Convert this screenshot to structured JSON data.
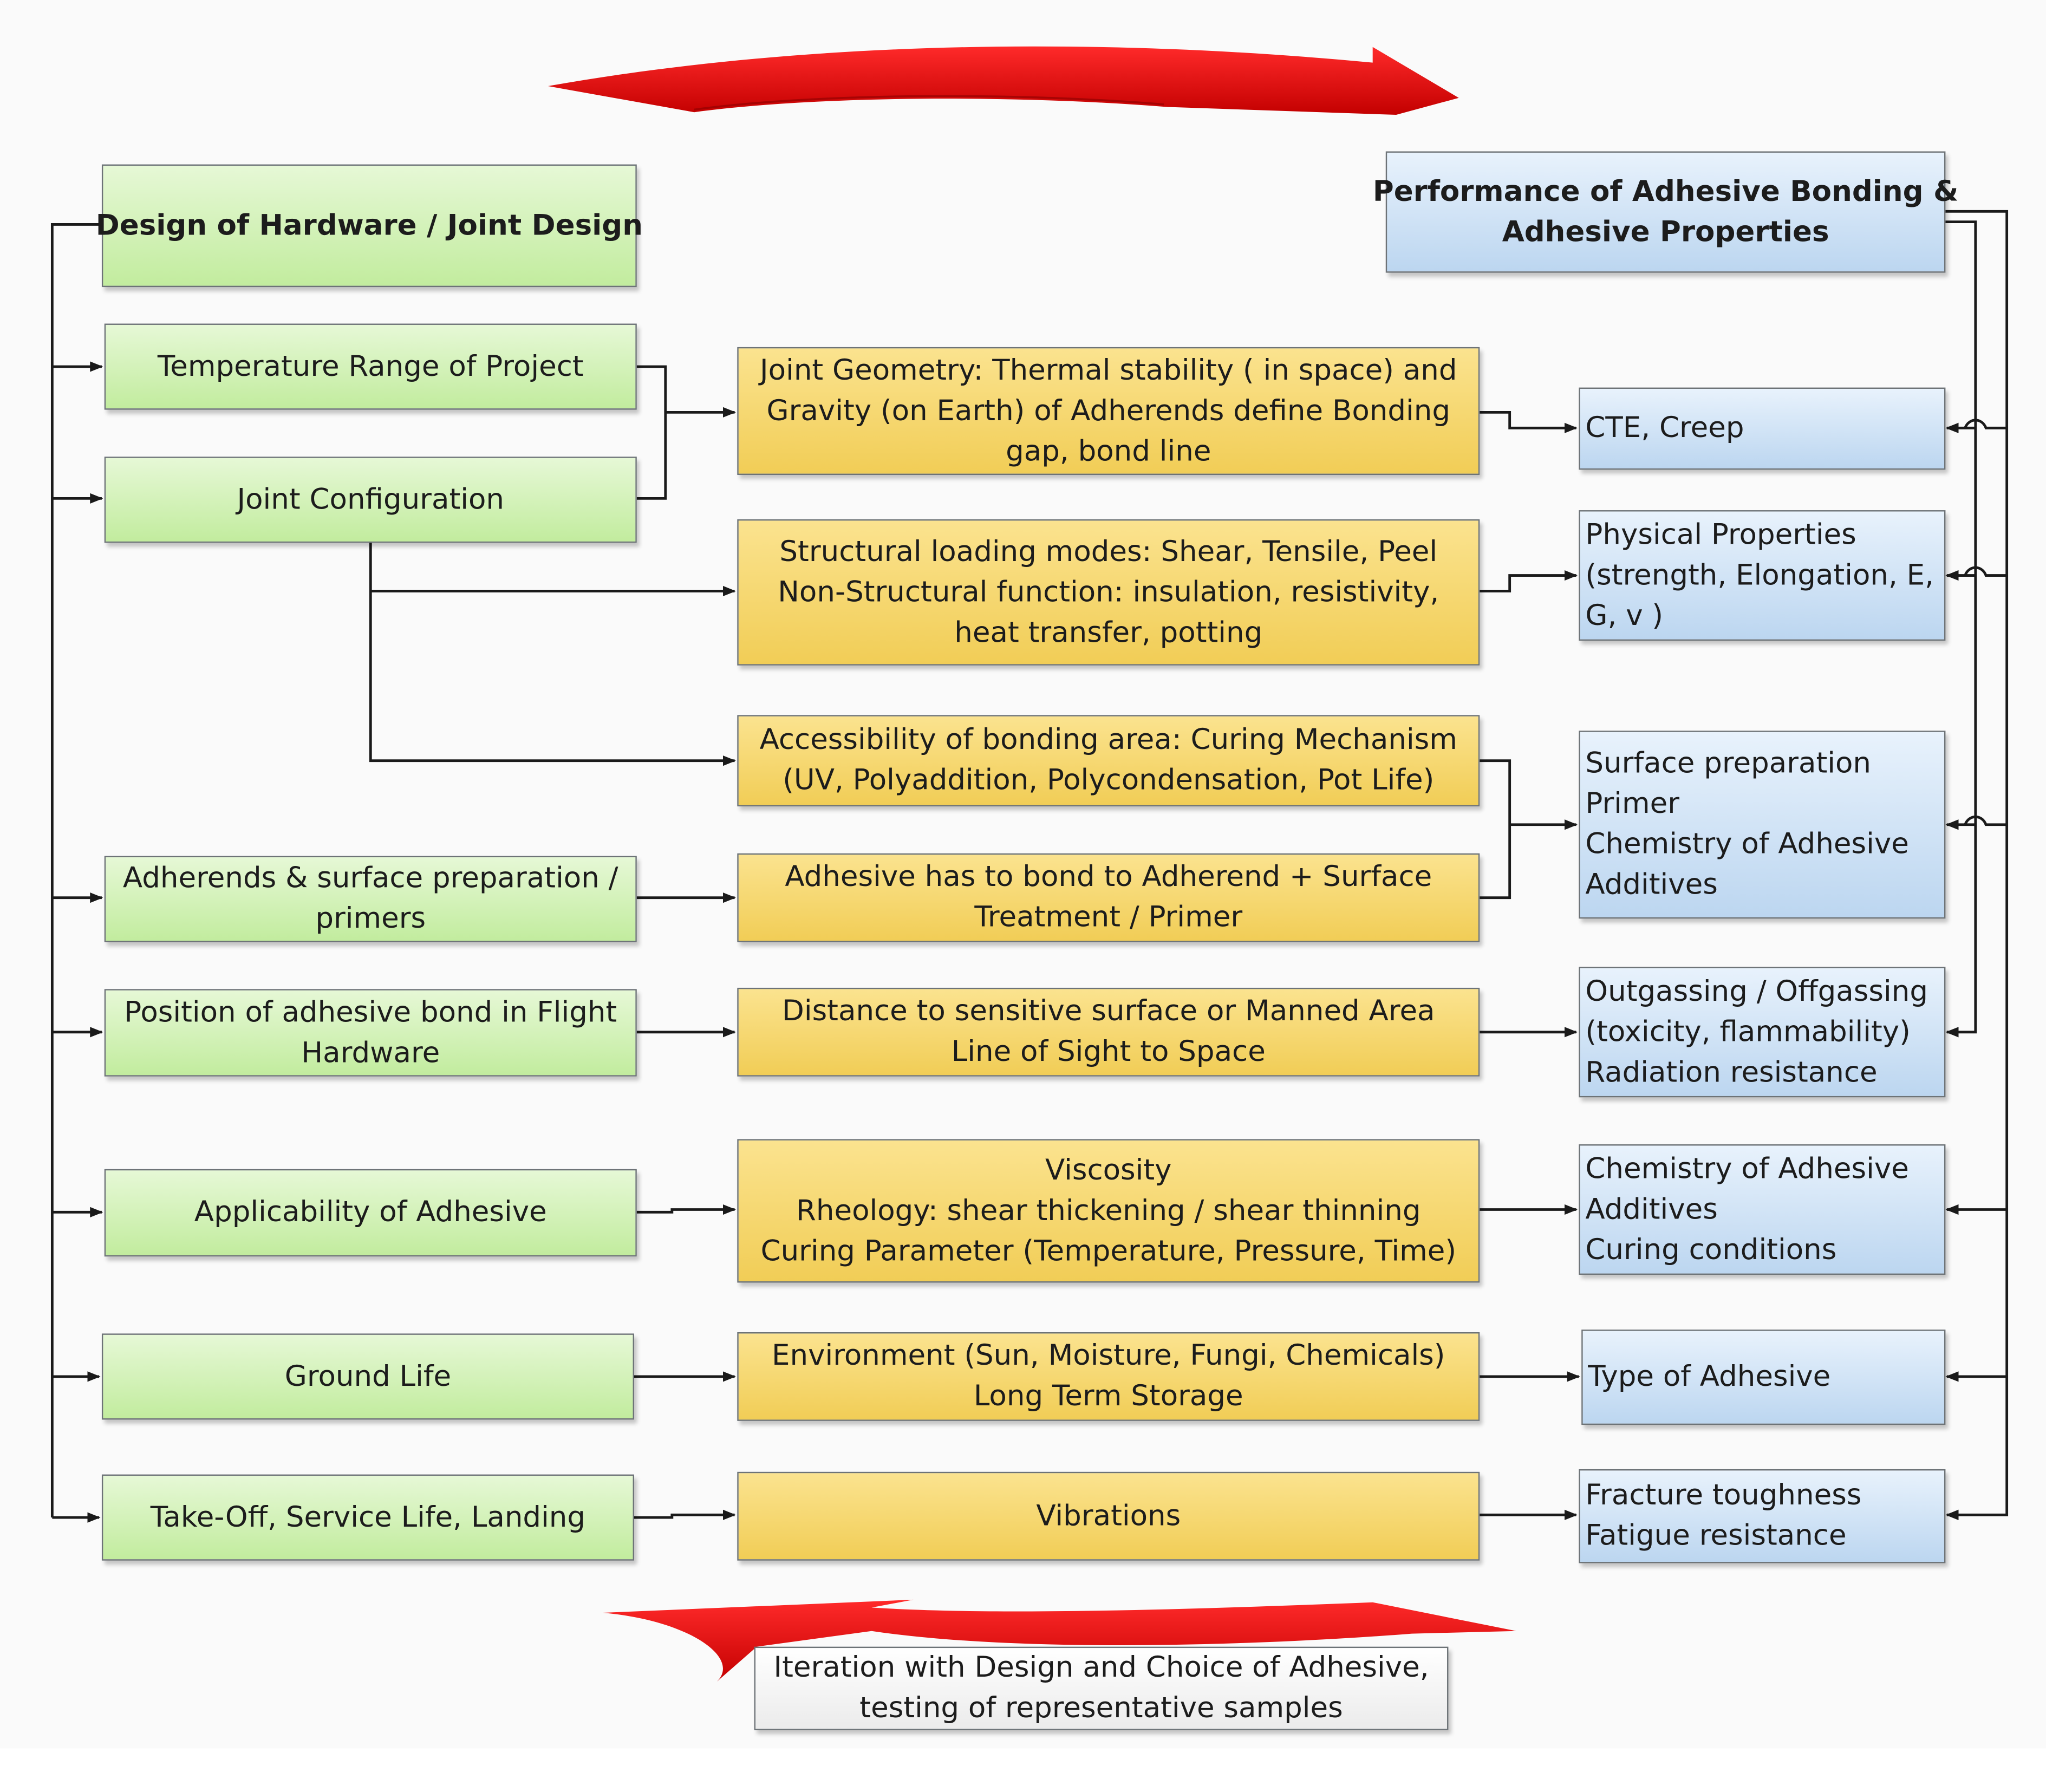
{
  "left_column": {
    "title": "Design of Hardware / Joint Design",
    "items": [
      {
        "lines": [
          "Temperature Range of Project"
        ]
      },
      {
        "lines": [
          "Joint Configuration"
        ]
      },
      {
        "lines": [
          "Adherends & surface preparation /",
          "primers"
        ]
      },
      {
        "lines": [
          "Position of adhesive bond in Flight",
          "Hardware"
        ]
      },
      {
        "lines": [
          "Applicability of Adhesive"
        ]
      },
      {
        "lines": [
          "Ground Life"
        ]
      },
      {
        "lines": [
          "Take-Off, Service Life, Landing"
        ]
      }
    ]
  },
  "middle_column": {
    "items": [
      {
        "lines": [
          "Joint Geometry: Thermal stability ( in space) and",
          "Gravity (on Earth) of Adherends define Bonding",
          "gap, bond line"
        ]
      },
      {
        "lines": [
          "Structural loading modes: Shear, Tensile, Peel",
          "Non-Structural function: insulation, resistivity,",
          "heat transfer, potting"
        ]
      },
      {
        "lines": [
          "Accessibility of bonding area: Curing Mechanism",
          "(UV, Polyaddition, Polycondensation, Pot Life)"
        ]
      },
      {
        "lines": [
          "Adhesive has to bond to Adherend + Surface",
          "Treatment /  Primer"
        ]
      },
      {
        "lines": [
          "Distance to sensitive surface or Manned Area",
          "Line of Sight to Space"
        ]
      },
      {
        "lines": [
          "Viscosity",
          "Rheology: shear thickening / shear thinning",
          "Curing Parameter (Temperature, Pressure, Time)"
        ]
      },
      {
        "lines": [
          "Environment (Sun, Moisture, Fungi, Chemicals)",
          "Long Term Storage"
        ]
      },
      {
        "lines": [
          "Vibrations"
        ]
      }
    ]
  },
  "right_column": {
    "title_lines": [
      "Performance of Adhesive Bonding &",
      "Adhesive Properties"
    ],
    "items": [
      {
        "lines": [
          "CTE, Creep"
        ]
      },
      {
        "lines": [
          "Physical Properties",
          "(strength, Elongation, E,",
          "G, v )"
        ]
      },
      {
        "lines": [
          "Surface preparation",
          "Primer",
          "Chemistry of Adhesive",
          "Additives"
        ]
      },
      {
        "lines": [
          "Outgassing / Offgassing",
          "(toxicity, flammability)",
          "Radiation resistance"
        ]
      },
      {
        "lines": [
          "Chemistry of Adhesive",
          "Additives",
          "Curing conditions"
        ]
      },
      {
        "lines": [
          "Type of Adhesive"
        ]
      },
      {
        "lines": [
          "Fracture toughness",
          "Fatigue resistance"
        ]
      }
    ]
  },
  "iteration_note": {
    "lines": [
      "Iteration with Design and Choice of Adhesive,",
      "testing of representative samples"
    ]
  },
  "colors": {
    "green_box": "#c2ec9e",
    "yellow_box": "#f1cd56",
    "blue_box": "#bcd6f0",
    "arrow_red": "#e30613",
    "connector": "#1a1a1a"
  }
}
